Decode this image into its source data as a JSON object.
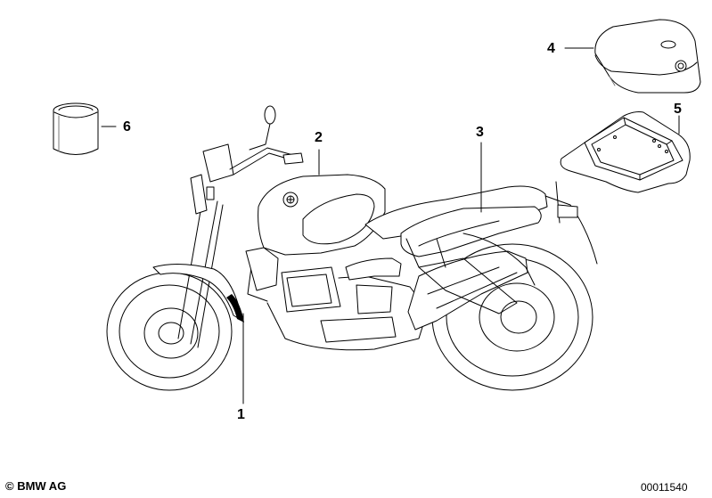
{
  "callouts": [
    {
      "id": "1",
      "text": "1"
    },
    {
      "id": "2",
      "text": "2"
    },
    {
      "id": "3",
      "text": "3"
    },
    {
      "id": "4",
      "text": "4"
    },
    {
      "id": "5",
      "text": "5"
    },
    {
      "id": "6",
      "text": "6"
    }
  ],
  "footer": {
    "copyright": "© BMW AG",
    "drawing_number": "00011540"
  }
}
